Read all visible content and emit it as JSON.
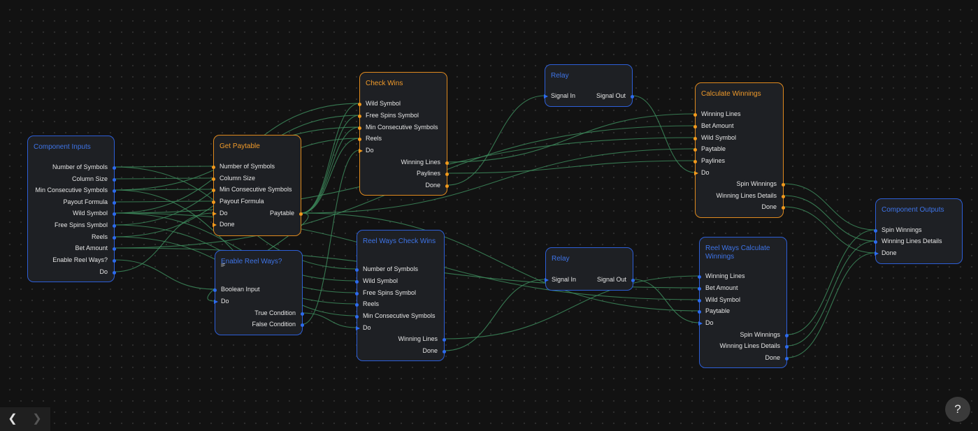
{
  "nodes": {
    "component_inputs": {
      "title": "Component Inputs",
      "outputs": [
        "Number of Symbols",
        "Column Size",
        "Min Consecutive Symbols",
        "Payout Formula",
        "Wild Symbol",
        "Free Spins Symbol",
        "Reels",
        "Bet Amount",
        "Enable Reel Ways?",
        "Do"
      ]
    },
    "get_paytable": {
      "title": "Get Paytable",
      "inputs": [
        "Number of Symbols",
        "Column Size",
        "Min Consecutive Symbols",
        "Payout Formula",
        "Do",
        "Done"
      ],
      "outputs": [
        "Paytable"
      ]
    },
    "enable_reel_ways": {
      "title": "Enable Reel Ways?",
      "subtitle": "IF",
      "inputs": [
        "Boolean Input",
        "Do"
      ],
      "outputs": [
        "True Condition",
        "False Condition"
      ]
    },
    "check_wins": {
      "title": "Check Wins",
      "inputs": [
        "Wild Symbol",
        "Free Spins Symbol",
        "Min Consecutive Symbols",
        "Reels",
        "Do"
      ],
      "outputs": [
        "Winning Lines",
        "Paylines",
        "Done"
      ]
    },
    "reel_ways_check_wins": {
      "title": "Reel Ways Check Wins",
      "inputs": [
        "Number of Symbols",
        "Wild Symbol",
        "Free Spins Symbol",
        "Reels",
        "Min Consecutive Symbols",
        "Do"
      ],
      "outputs": [
        "Winning Lines",
        "Done"
      ]
    },
    "relay_top": {
      "title": "Relay",
      "inputs": [
        "Signal In"
      ],
      "outputs": [
        "Signal Out"
      ]
    },
    "relay_bottom": {
      "title": "Relay",
      "inputs": [
        "Signal In"
      ],
      "outputs": [
        "Signal Out"
      ]
    },
    "calculate_winnings": {
      "title": "Calculate Winnings",
      "inputs": [
        "Winning Lines",
        "Bet Amount",
        "Wild Symbol",
        "Paytable",
        "Paylines",
        "Do"
      ],
      "outputs": [
        "Spin Winnings",
        "Winning Lines Details",
        "Done"
      ]
    },
    "reel_ways_calculate_winnings": {
      "title": "Reel Ways Calculate Winnings",
      "inputs": [
        "Winning Lines",
        "Bet Amount",
        "Wild Symbol",
        "Paytable",
        "Do"
      ],
      "outputs": [
        "Spin Winnings",
        "Winning Lines Details",
        "Done"
      ]
    },
    "component_outputs": {
      "title": "Component Outputs",
      "inputs": [
        "Spin Winnings",
        "Winning Lines Details",
        "Done"
      ]
    }
  },
  "nav": {
    "back_icon": "chevron-left-icon",
    "forward_icon": "chevron-right-icon"
  },
  "help": {
    "label": "?"
  },
  "colors": {
    "background": "#121212",
    "node_blue": "#2d5fd8",
    "node_orange": "#e08a1e",
    "wire": "#3d8a5c"
  }
}
